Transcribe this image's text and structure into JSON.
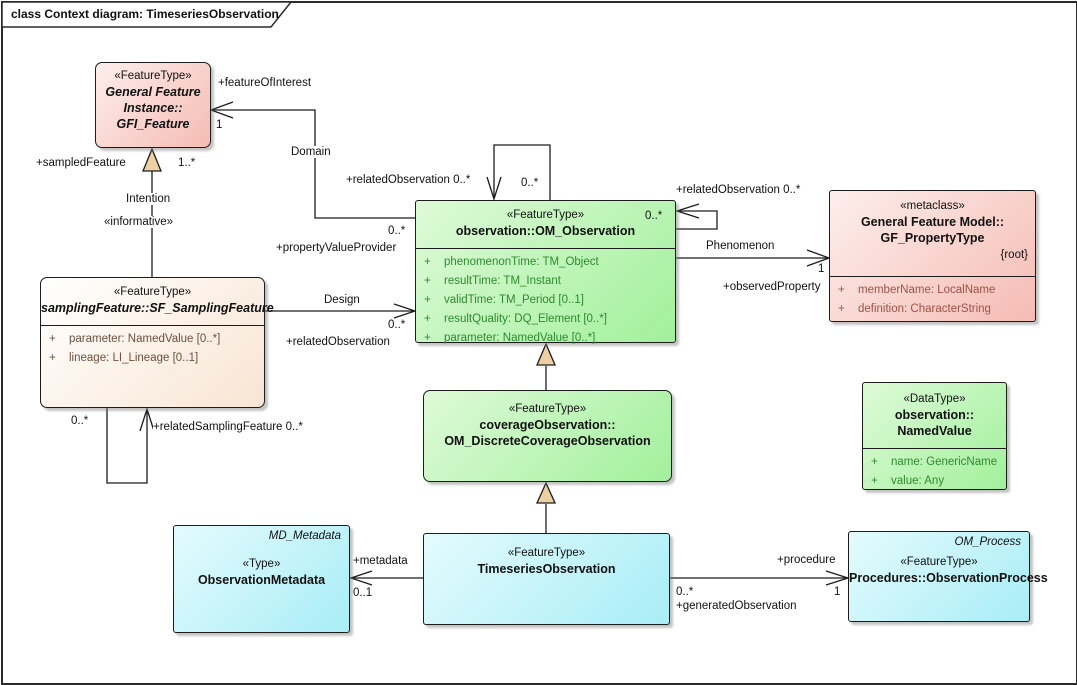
{
  "frame": {
    "title": "class Context diagram: TimeseriesObservation"
  },
  "colors": {
    "feature_green": "#a2f09c",
    "class_pink": "#f5bcb4",
    "type_cyan": "#a8edf6",
    "sampling_cream": "#f8e5d3",
    "generalization_tan": "#ecd0a4",
    "attr_green_text": "#2e8b2e",
    "attr_red_text": "#9c5348",
    "attr_brown_text": "#6e4f3f"
  },
  "classes": {
    "gfi": {
      "stereotype": "«FeatureType»",
      "name_lines": [
        "General Feature",
        "Instance::",
        "GFI_Feature"
      ]
    },
    "sf": {
      "stereotype": "«FeatureType»",
      "name": "samplingFeature::SF_SamplingFeature",
      "attrs": [
        {
          "v": "+",
          "t": "parameter: NamedValue [0..*]"
        },
        {
          "v": "+",
          "t": "lineage: LI_Lineage [0..1]"
        }
      ]
    },
    "om": {
      "stereotype": "«FeatureType»",
      "name": "observation::OM_Observation",
      "attrs": [
        {
          "v": "+",
          "t": "phenomenonTime: TM_Object"
        },
        {
          "v": "+",
          "t": "resultTime: TM_Instant"
        },
        {
          "v": "+",
          "t": "validTime: TM_Period [0..1]"
        },
        {
          "v": "+",
          "t": "resultQuality: DQ_Element [0..*]"
        },
        {
          "v": "+",
          "t": "parameter: NamedValue [0..*]"
        }
      ]
    },
    "gf": {
      "stereotype": "«metaclass»",
      "name_lines": [
        "General Feature Model::",
        "GF_PropertyType"
      ],
      "tag": "{root}",
      "attrs": [
        {
          "v": "+",
          "t": "memberName: LocalName"
        },
        {
          "v": "+",
          "t": "definition: CharacterString"
        }
      ]
    },
    "dco": {
      "stereotype": "«FeatureType»",
      "name_lines": [
        "coverageObservation::",
        "OM_DiscreteCoverageObservation"
      ]
    },
    "nv": {
      "stereotype": "«DataType»",
      "name_lines": [
        "observation::",
        "NamedValue"
      ],
      "attrs": [
        {
          "v": "+",
          "t": "name: GenericName"
        },
        {
          "v": "+",
          "t": "value: Any"
        }
      ]
    },
    "md": {
      "corner": "MD_Metadata",
      "stereotype": "«Type»",
      "name": "ObservationMetadata"
    },
    "ts": {
      "stereotype": "«FeatureType»",
      "name": "TimeseriesObservation"
    },
    "op": {
      "corner": "OM_Process",
      "stereotype": "«FeatureType»",
      "name": "Procedures::ObservationProcess"
    }
  },
  "edge_labels": {
    "foi_role": "+featureOfInterest",
    "foi_mult": "1",
    "sampled_role": "+sampledFeature",
    "sampled_mult": "1..*",
    "intention_name": "Intention",
    "intention_stereo": "«informative»",
    "domain_name": "Domain",
    "domain_mult": "0..*",
    "pvp_role": "+propertyValueProvider",
    "toploop_role": "+relatedObservation 0..*",
    "toploop_mult": "0..*",
    "rightloop_role": "+relatedObservation 0..*",
    "rightloop_mult": "0..*",
    "design_name": "Design",
    "design_mult": "0..*",
    "design_role": "+relatedObservation",
    "phen_name": "Phenomenon",
    "phen_mult": "1",
    "phen_role": "+observedProperty",
    "sfloop_mult": "0..*",
    "sfloop_role": "+relatedSamplingFeature 0..*",
    "md_role": "+metadata",
    "md_mult": "0..1",
    "proc_role": "+procedure",
    "proc_mult": "1",
    "gen_mult": "0..*",
    "gen_role": "+generatedObservation"
  }
}
